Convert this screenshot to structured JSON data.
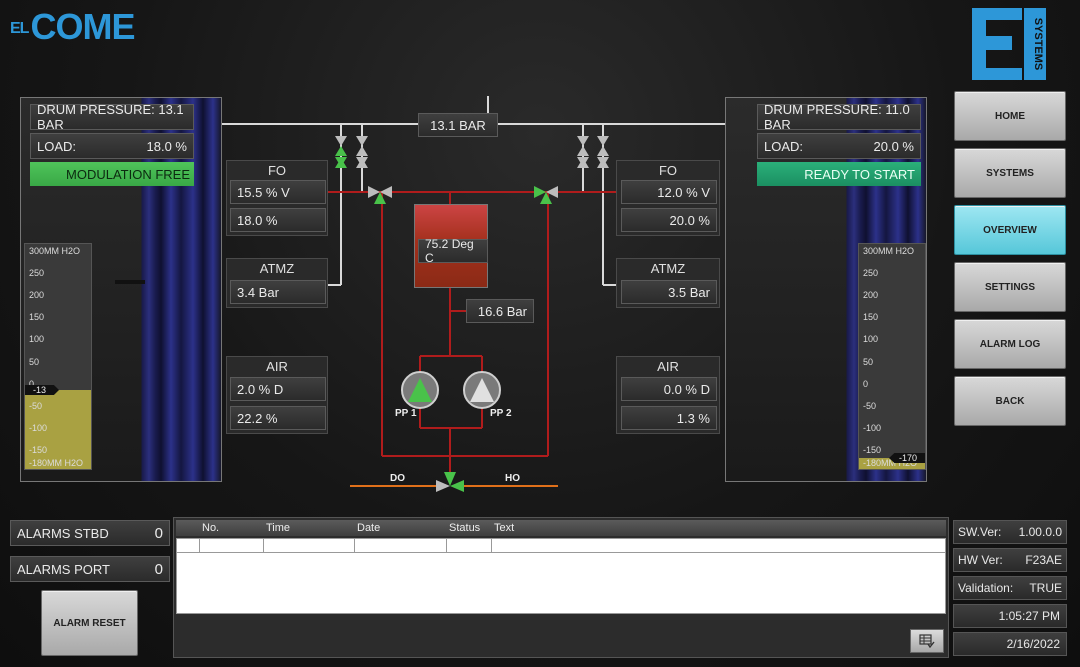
{
  "logo": {
    "brand": "ELCOME",
    "prefix": "EL",
    "suffix": "COME",
    "systems_label": "SYSTEMS"
  },
  "left_boiler": {
    "drum_pressure": "DRUM PRESSURE: 13.1 BAR",
    "load_label": "LOAD:",
    "load_value": "18.0 %",
    "status": "MODULATION FREE",
    "gauge_unit_top": "300MM H2O",
    "gauge_unit_bottom": "-180MM H2O",
    "gauge_ticks": [
      "250",
      "200",
      "150",
      "100",
      "50",
      "0",
      "-50",
      "-100",
      "-150"
    ],
    "gauge_marker": "-13",
    "gauge_level_mm": -13
  },
  "right_boiler": {
    "drum_pressure": "DRUM PRESSURE: 11.0 BAR",
    "load_label": "LOAD:",
    "load_value": "20.0 %",
    "status": "READY TO START",
    "gauge_unit_top": "300MM H2O",
    "gauge_unit_bottom": "-180MM H2O",
    "gauge_ticks": [
      "250",
      "200",
      "150",
      "100",
      "50",
      "0",
      "-50",
      "-100",
      "-150"
    ],
    "gauge_marker": "-170",
    "gauge_level_mm": -170
  },
  "left_fo": {
    "title": "FO",
    "v1": "15.5 % V",
    "v2": "18.0 %"
  },
  "left_atmz": {
    "title": "ATMZ",
    "v1": "3.4 Bar"
  },
  "left_air": {
    "title": "AIR",
    "v1": "2.0 % D",
    "v2": "22.2 %"
  },
  "right_fo": {
    "title": "FO",
    "v1": "12.0 % V",
    "v2": "20.0 %"
  },
  "right_atmz": {
    "title": "ATMZ",
    "v1": "3.5 Bar"
  },
  "right_air": {
    "title": "AIR",
    "v1": "0.0 % D",
    "v2": "1.3 %"
  },
  "center": {
    "steam_pressure": "13.1 BAR",
    "tank_temp": "75.2 Deg C",
    "pump_pressure": "16.6 Bar",
    "pump1": "PP 1",
    "pump2": "PP 2",
    "do_label": "DO",
    "ho_label": "HO"
  },
  "nav": [
    "HOME",
    "SYSTEMS",
    "OVERVIEW",
    "SETTINGS",
    "ALARM LOG",
    "BACK"
  ],
  "nav_active": "OVERVIEW",
  "alarms": {
    "stbd_label": "ALARMS STBD",
    "stbd_count": "0",
    "port_label": "ALARMS PORT",
    "port_count": "0",
    "reset_label": "ALARM RESET",
    "columns": [
      "No.",
      "Time",
      "Date",
      "Status",
      "Text"
    ]
  },
  "info": {
    "sw_label": "SW.Ver:",
    "sw_value": "1.00.0.0",
    "hw_label": "HW Ver:",
    "hw_value": "F23AE",
    "val_label": "Validation:",
    "val_value": "TRUE",
    "time": "1:05:27 PM",
    "date": "2/16/2022"
  },
  "colors": {
    "fuel_line": "#b01c1c",
    "steam_line": "#d9d9d9",
    "oil_line": "#e0701a",
    "valve_open": "#49c24a",
    "valve_closed": "#bdbdbd",
    "brand_blue": "#2d97d8"
  }
}
